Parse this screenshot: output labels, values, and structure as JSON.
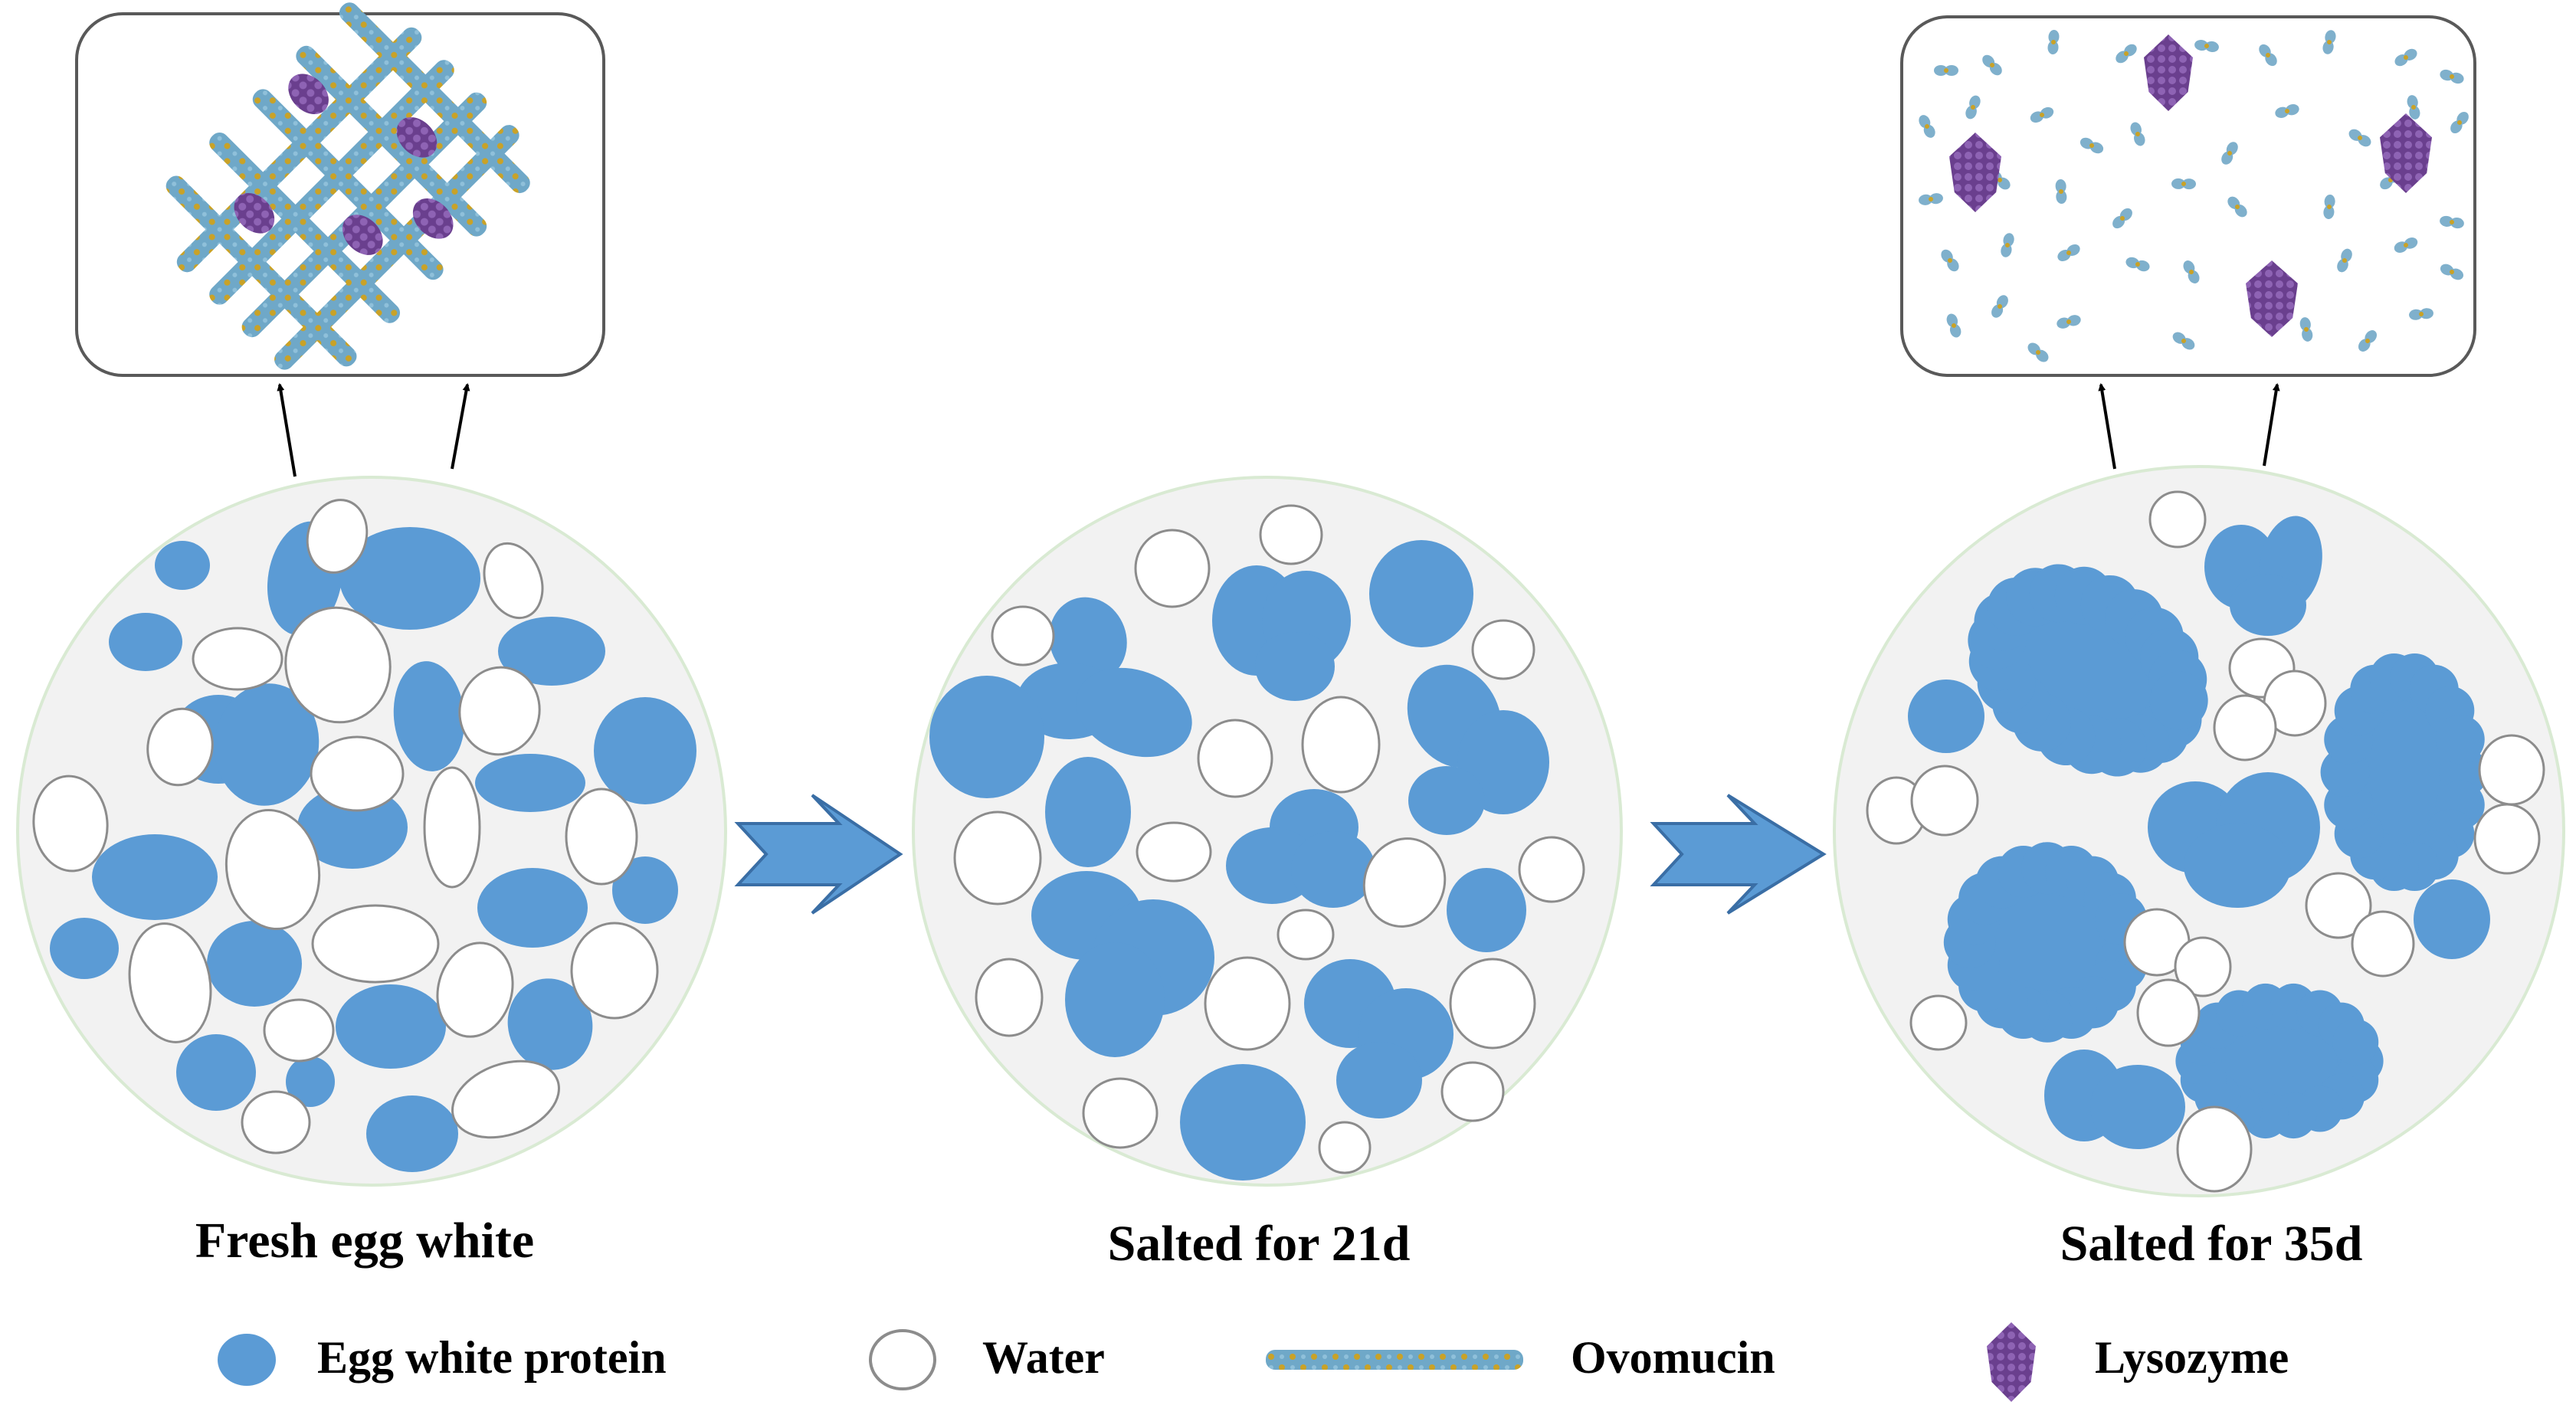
{
  "stages": [
    {
      "label": "Fresh egg white"
    },
    {
      "label": "Salted for 21d"
    },
    {
      "label": "Salted for 35d"
    }
  ],
  "legend": [
    {
      "label": "Egg white protein",
      "icon": "protein-blob-icon"
    },
    {
      "label": "Water",
      "icon": "water-droplet-icon"
    },
    {
      "label": "Ovomucin",
      "icon": "ovomucin-strand-icon"
    },
    {
      "label": "Lysozyme",
      "icon": "lysozyme-cluster-icon"
    }
  ],
  "colors": {
    "protein": "#5b9bd5",
    "water_fill": "#ffffff",
    "water_stroke": "#8c8c8c",
    "circle_fill": "#f2f2f2",
    "circle_stroke": "#d9ead3",
    "arrow_fill": "#5b9bd5",
    "arrow_stroke": "#3a6ea5",
    "ovomucin_a": "#6fa8c8",
    "ovomucin_b": "#c9a227",
    "lysozyme": "#7a4f9e",
    "box_stroke": "#595959"
  }
}
